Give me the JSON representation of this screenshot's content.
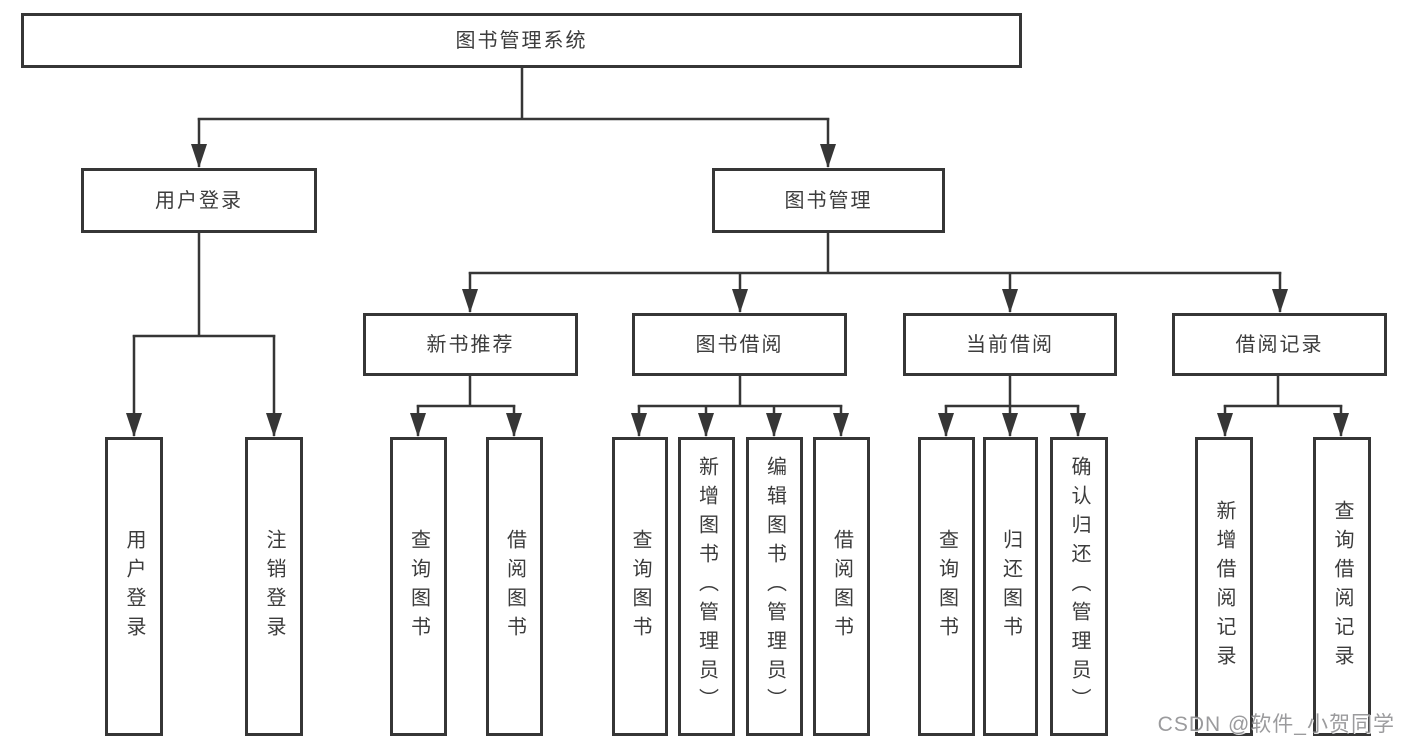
{
  "tree": {
    "label": "图书管理系统",
    "children": [
      {
        "label": "用户登录",
        "children": [
          {
            "label": "用户登录"
          },
          {
            "label": "注销登录"
          }
        ]
      },
      {
        "label": "图书管理",
        "children": [
          {
            "label": "新书推荐",
            "children": [
              {
                "label": "查询图书"
              },
              {
                "label": "借阅图书"
              }
            ]
          },
          {
            "label": "图书借阅",
            "children": [
              {
                "label": "查询图书"
              },
              {
                "label": "新增图书（管理员）"
              },
              {
                "label": "编辑图书（管理员）"
              },
              {
                "label": "借阅图书"
              }
            ]
          },
          {
            "label": "当前借阅",
            "children": [
              {
                "label": "查询图书"
              },
              {
                "label": "归还图书"
              },
              {
                "label": "确认归还（管理员）"
              }
            ]
          },
          {
            "label": "借阅记录",
            "children": [
              {
                "label": "新增借阅记录"
              },
              {
                "label": "查询借阅记录"
              }
            ]
          }
        ]
      }
    ]
  },
  "watermark": {
    "text": "CSDN @软件_小贺同学"
  },
  "colors": {
    "line": "#363636",
    "text": "#3c3c3c",
    "background": "#ffffff",
    "watermark": "#8a8a8c"
  }
}
